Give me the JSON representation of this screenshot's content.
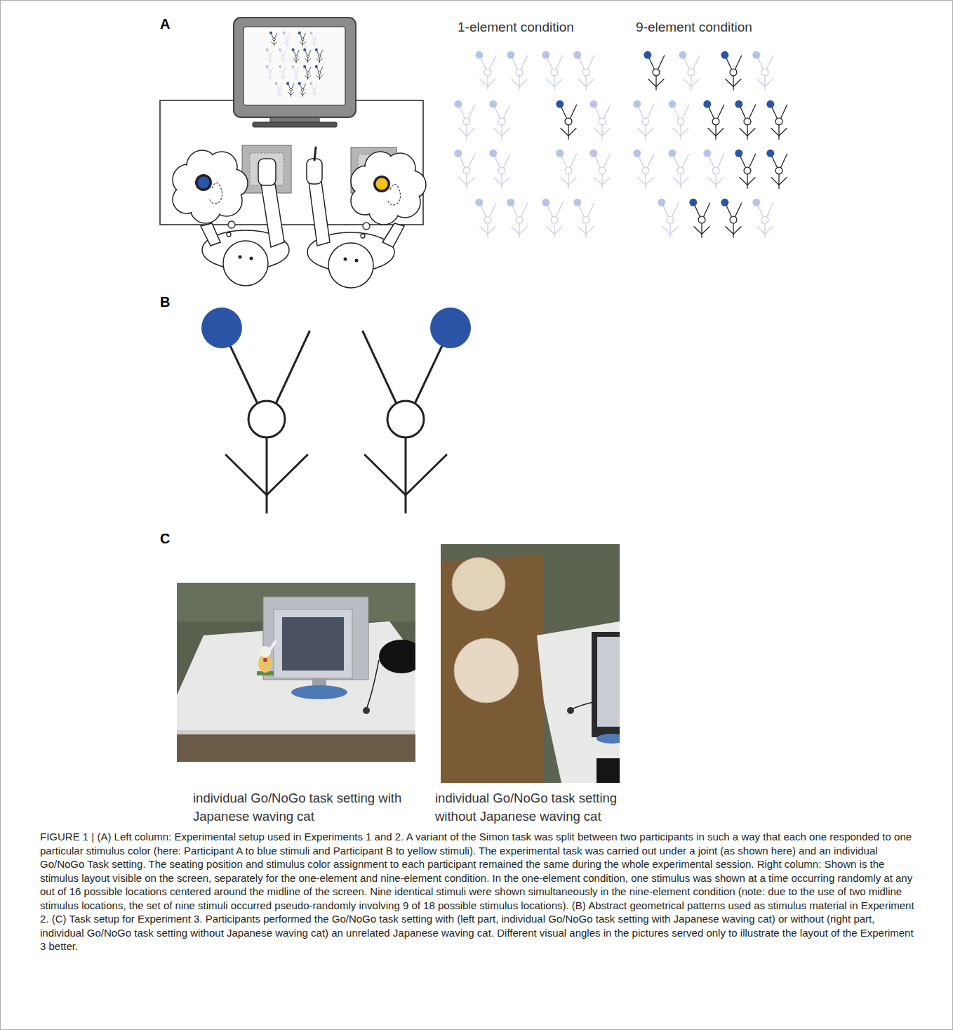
{
  "diagram": {
    "caption": "FIGURE 1 | (A) Left column: Experimental setup used in Experiments 1 and 2. A variant of the Simon task was split between two participants in such a way that each one responded to one particular stimulus color (here: Participant A to blue stimuli and Participant B to yellow stimuli). The experimental task was carried out under a joint (as shown here) and an individual Go/NoGo Task setting. The seating position and stimulus color assignment to each participant remained the same during the whole experimental session. Right column: Shown is the stimulus layout visible on the screen, separately for the one-element and nine-element condition. In the one-element condition, one stimulus was shown at a time occurring randomly at any out of 16 possible locations centered around the midline of the screen. Nine identical stimuli were shown simultaneously in the nine-element condition (note: due to the use of two midline stimulus locations, the set of nine stimuli occurred pseudo-randomly involving 9 of 18 possible stimulus locations). (B) Abstract geometrical patterns used as stimulus material in Experiment 2. (C) Task setup for Experiment 3. Participants performed the Go/NoGo task setting with (left part, individual Go/NoGo task setting with Japanese waving cat) or without (right part, individual Go/NoGo task setting without Japanese waving cat) an unrelated Japanese waving cat. Different visual angles in the pictures served only to illustrate the layout of the Experiment 3 better.",
    "labels": [
      "A",
      "1-element condition",
      "9-element condition",
      "B",
      "C",
      "individual Go/NoGo task setting with Japanese waving cat",
      "individual Go/NoGo task setting without Japanese waving cat"
    ]
  }
}
